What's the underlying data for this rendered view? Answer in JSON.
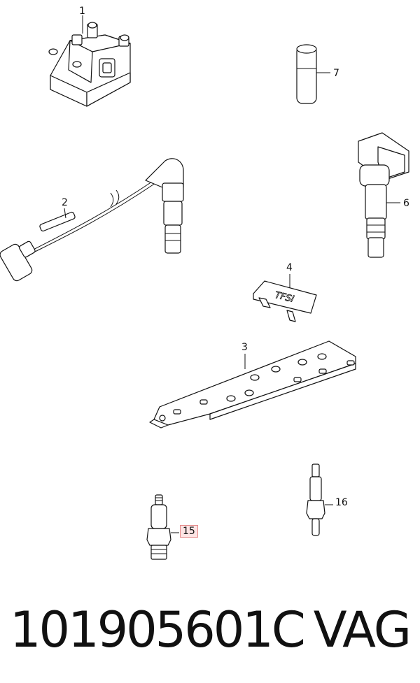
{
  "callouts": [
    {
      "id": "c1",
      "label": "1"
    },
    {
      "id": "c2",
      "label": "2"
    },
    {
      "id": "c3",
      "label": "3"
    },
    {
      "id": "c4",
      "label": "4"
    },
    {
      "id": "c6",
      "label": "6"
    },
    {
      "id": "c7",
      "label": "7"
    },
    {
      "id": "c15",
      "label": "15",
      "highlighted": true
    },
    {
      "id": "c16",
      "label": "16"
    }
  ],
  "cover_text": "TFSI",
  "footer": {
    "part_number": "101905601C",
    "brand": "VAG"
  },
  "colors": {
    "highlight_fill": "#fde4e4",
    "highlight_border": "#e58a8a"
  }
}
